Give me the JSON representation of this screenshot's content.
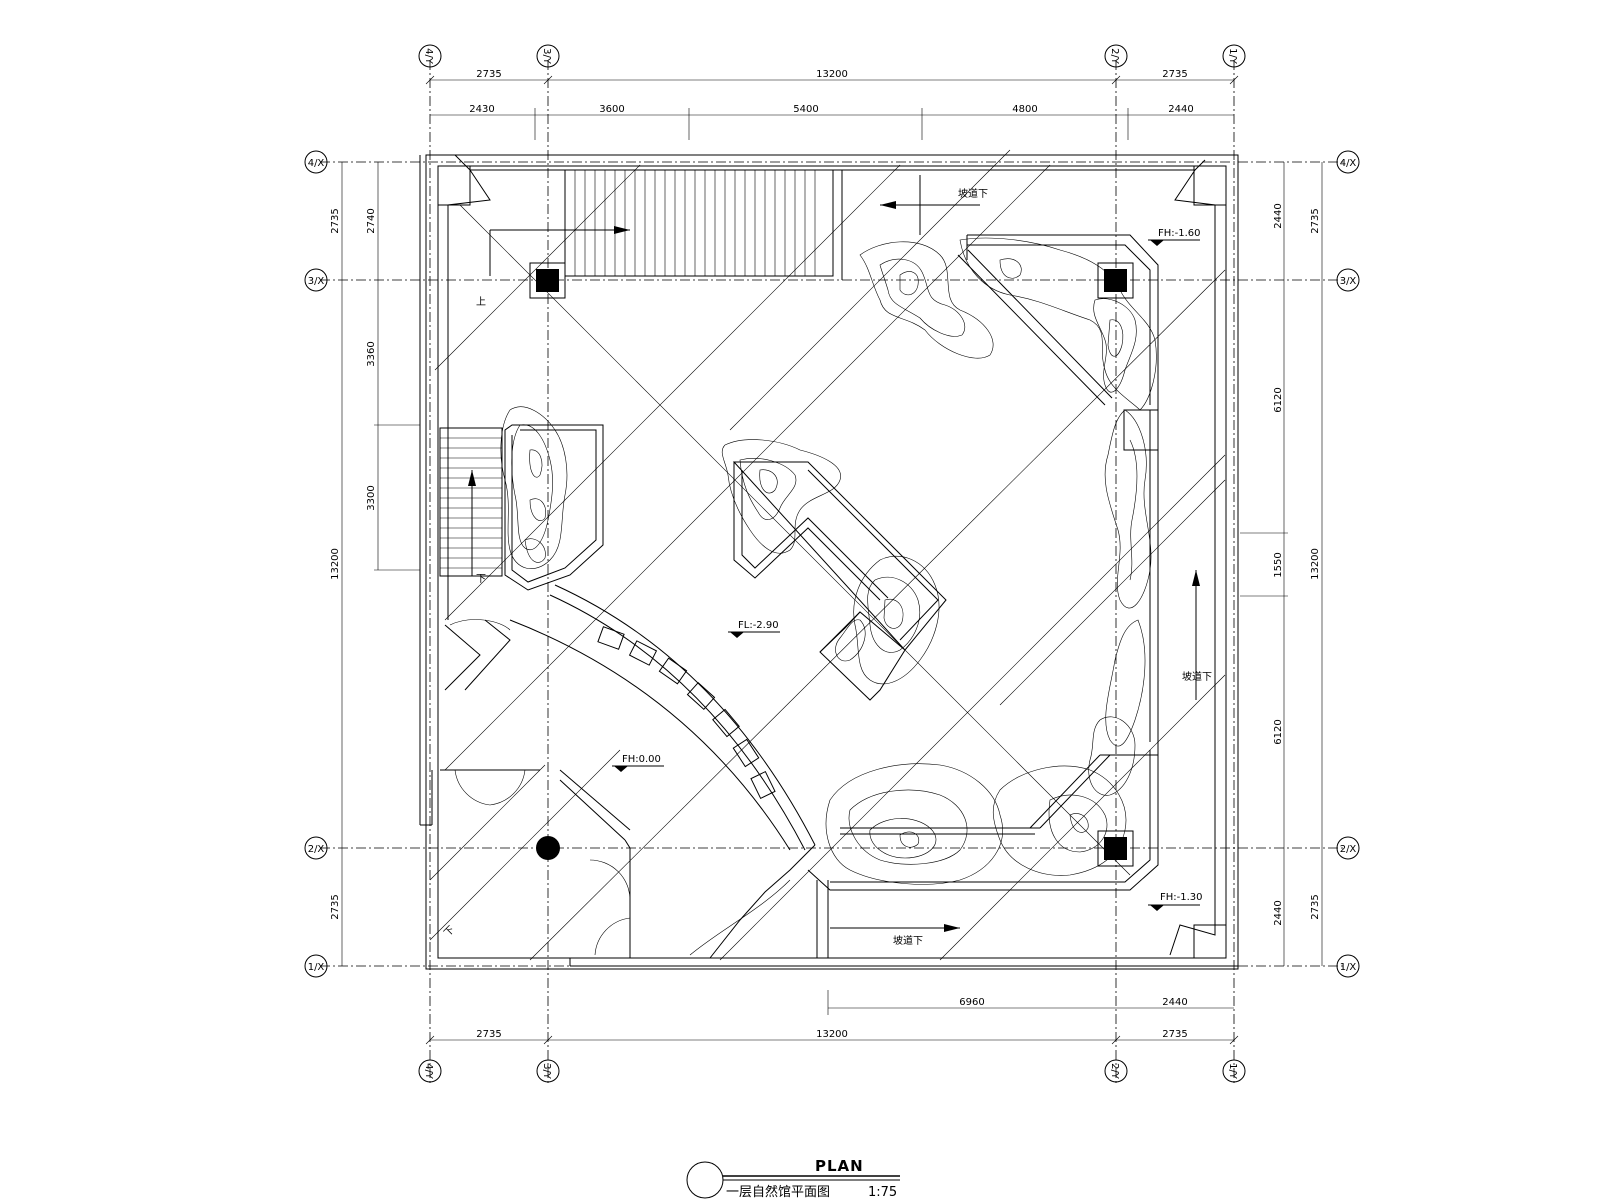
{
  "grid_top": [
    "4/Y",
    "3/Y",
    "2/Y",
    "1/Y"
  ],
  "grid_bottom": [
    "4/Y",
    "3/Y",
    "2/Y",
    "1/Y"
  ],
  "grid_left": [
    "4/X",
    "3/X",
    "2/X",
    "1/X"
  ],
  "grid_right": [
    "4/X",
    "3/X",
    "2/X",
    "1/X"
  ],
  "dims_top_outer": [
    "2735",
    "13200",
    "2735"
  ],
  "dims_top_inner": [
    "2430",
    "3600",
    "5400",
    "4800",
    "2440"
  ],
  "dims_bottom_inner": [
    "6960",
    "2440"
  ],
  "dims_bottom_outer": [
    "2735",
    "13200",
    "2735"
  ],
  "dims_left_outer": [
    "2735",
    "13200",
    "2735"
  ],
  "dims_left_inner": [
    "2740",
    "3360",
    "3300"
  ],
  "dims_right_inner": [
    "2440",
    "6120",
    "1550",
    "6120",
    "2440"
  ],
  "dims_right_outer": [
    "2735",
    "13200",
    "2735"
  ],
  "notes": {
    "ramp_top": "坡道下",
    "ramp_right": "坡道下",
    "ramp_bottom": "坡道下",
    "up": "上",
    "down_left": "下",
    "down_bottom": "下",
    "fh_top_right": "FH:-1.60",
    "fh_center": "FL:-2.90",
    "fh_left": "FH:0.00",
    "fh_bottom_right": "FH:-1.30"
  },
  "title": {
    "main": "PLAN",
    "sub": "一层自然馆平面图",
    "scale": "1:75"
  }
}
